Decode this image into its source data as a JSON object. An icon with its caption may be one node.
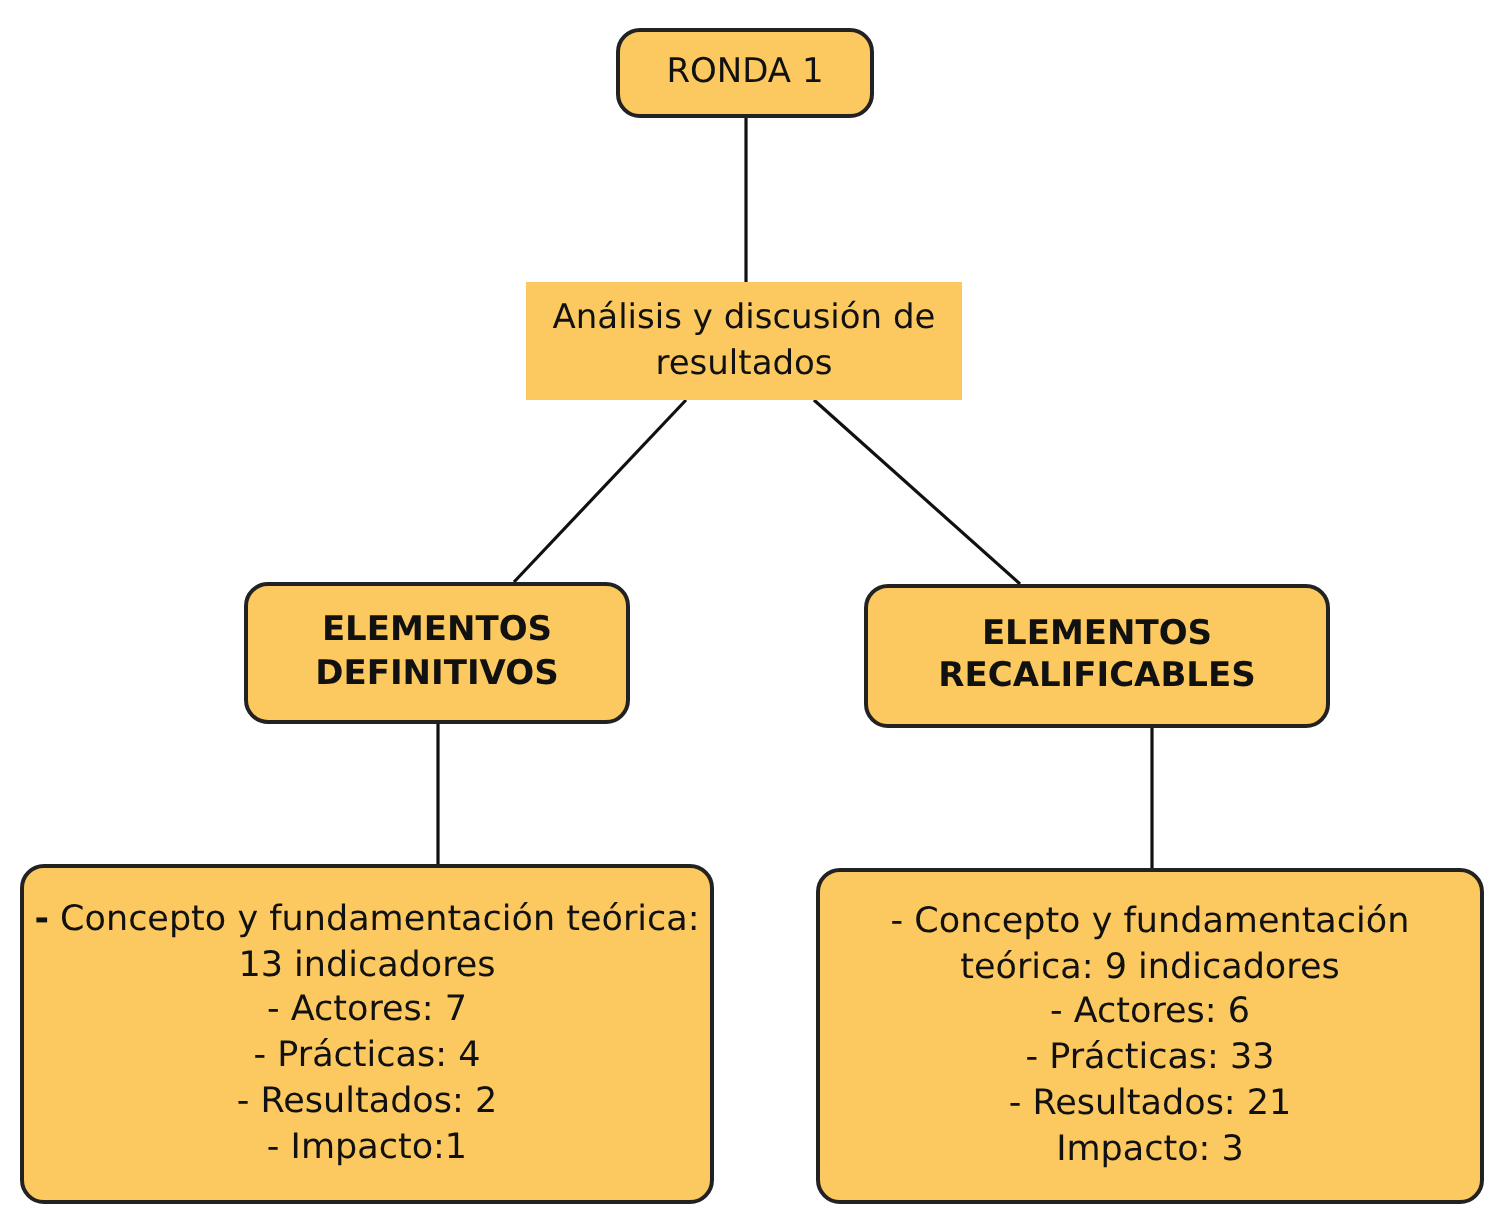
{
  "diagram": {
    "nodes": [
      {
        "text": [
          "RONDA 1"
        ]
      },
      {
        "text": [
          "Análisis y discusión de resultados"
        ]
      },
      {
        "text": [
          "ELEMENTOS DEFINITIVOS"
        ]
      },
      {
        "text": [
          "ELEMENTOS RECALIFICABLES"
        ]
      },
      {
        "text": [
          "**-** Concepto y fundamentación teórica: 13 indicadores",
          "- Actores: 7",
          "- Prácticas: 4",
          "- Resultados: 2",
          "- Impacto:1"
        ]
      },
      {
        "text": [
          "- Concepto y fundamentación teórica: 9 indicadores",
          "- Actores: 6",
          "- Prácticas: 33",
          "- Resultados: 21",
          "Impacto: 3"
        ]
      }
    ],
    "edges": [
      {
        "from": 0,
        "to": 1,
        "arrow": "none"
      },
      {
        "from": 1,
        "to": 2,
        "arrow": "none"
      },
      {
        "from": 1,
        "to": 3,
        "arrow": "none"
      },
      {
        "from": 2,
        "to": 4,
        "arrow": "none"
      },
      {
        "from": 3,
        "to": 5,
        "arrow": "none"
      }
    ]
  }
}
